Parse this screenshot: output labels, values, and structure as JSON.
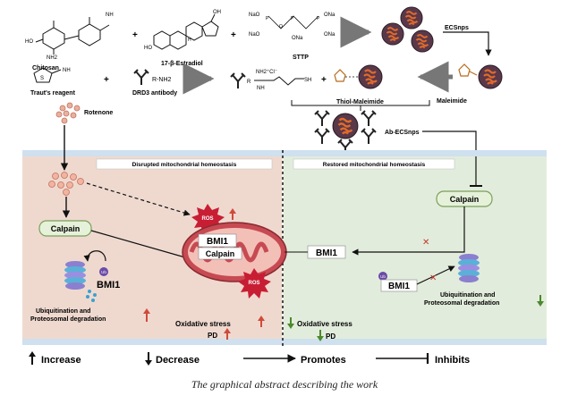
{
  "top": {
    "chitosan": "Chitosan",
    "estradiol": "17-β-Estradiol",
    "sttp": "STTP",
    "ecsnps": "ECSnps",
    "trauts": "Traut's reagent",
    "drd3": "DRD3 antibody",
    "r_nh2": "R-NH2",
    "nh2cl": "NH2⁺Cl⁻",
    "sh": "SH",
    "maleimide": "Maleimide",
    "thiol_maleimide": "Thiol-Maleimide",
    "ab_ecsnps": "Ab-ECSnps",
    "rotenone": "Rotenone",
    "oh": "OH",
    "ho": "HO",
    "nh2": "NH2",
    "nh": "NH",
    "h": "H",
    "s": "S",
    "r": "R",
    "nao_1": "NaO",
    "nao_2": "NaO",
    "ona_1": "ONa",
    "ona_2": "ONa",
    "ona_3": "ONa",
    "p": "P",
    "o": "O",
    "plus": "+"
  },
  "panels": {
    "left_title": "Disrupted mitochondrial homeostasis",
    "right_title": "Restored mitochondrial homeostasis"
  },
  "labels": {
    "calpain": "Calpain",
    "ros": "ROS",
    "bmi1": "BMI1",
    "ub": "Ub",
    "ubiq_left_1": "Ubiquitination and",
    "ubiq_left_2": "Proteosomal degradation",
    "ubiq_right_1": "Ubiquitination and",
    "ubiq_right_2": "Proteosomal degradation",
    "oxstress": "Oxidative stress",
    "pd": "PD",
    "x_mark": "✕"
  },
  "legend": {
    "increase": "Increase",
    "decrease": "Decrease",
    "promotes": "Promotes",
    "inhibits": "Inhibits"
  },
  "caption": "The graphical abstract describing the work",
  "colors": {
    "left_panel": "#efd9cf",
    "right_panel": "#e2ecdc",
    "panel_bg": "#f6f4ee",
    "band": "#cfe0ef",
    "calpain_fill": "#e6f1da",
    "calpain_stroke": "#7aa05a",
    "ros": "#c81e34",
    "np_outer": "#59384a",
    "np_inner": "#e26a2a",
    "mito": "#c74a52",
    "mito_inner": "#f3c0b8",
    "up_arrow": "#d04a3a",
    "down_arrow": "#4a8a2c"
  }
}
